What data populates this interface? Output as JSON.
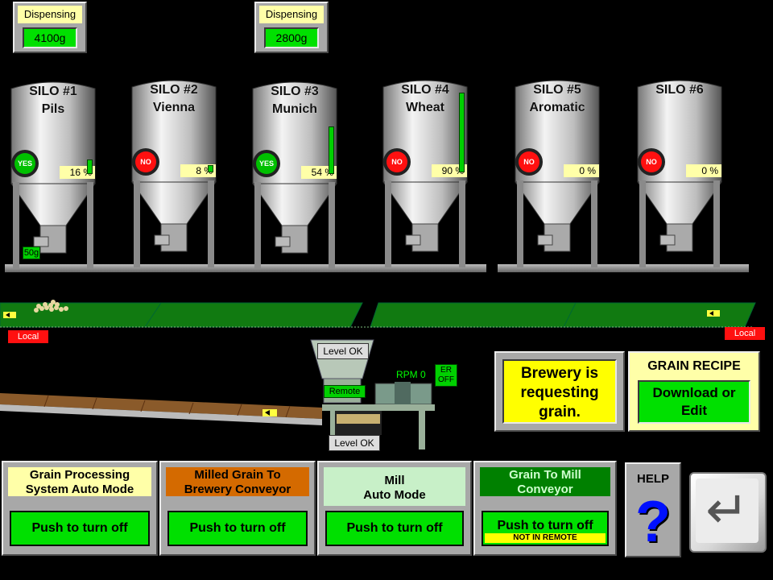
{
  "dispensers": [
    {
      "label": "Dispensing",
      "value": "4100g"
    },
    {
      "label": "Dispensing",
      "value": "2800g"
    }
  ],
  "silos": [
    {
      "name": "SILO #1",
      "grain": "Pils",
      "status": "YES",
      "percent": "16 %",
      "level": 16
    },
    {
      "name": "SILO #2",
      "grain": "Vienna",
      "status": "NO",
      "percent": "8 %",
      "level": 8
    },
    {
      "name": "SILO #3",
      "grain": "Munich",
      "status": "YES",
      "percent": "54 %",
      "level": 54
    },
    {
      "name": "SILO #4",
      "grain": "Wheat",
      "status": "NO",
      "percent": "90 %",
      "level": 90
    },
    {
      "name": "SILO #5",
      "grain": "Aromatic",
      "status": "NO",
      "percent": "0 %",
      "level": 0
    },
    {
      "name": "SILO #6",
      "grain": "",
      "status": "NO",
      "percent": "0 %",
      "level": 0
    }
  ],
  "scale_tag": "50g",
  "conveyor": {
    "local_left": "Local",
    "local_right": "Local"
  },
  "mill": {
    "level_top": "Level OK",
    "remote": "Remote",
    "rpm": "RPM 0",
    "er_off_1": "ER",
    "er_off_2": "OFF",
    "level_bottom": "Level OK"
  },
  "brewery_request": {
    "line1": "Brewery is",
    "line2": "requesting",
    "line3": "grain."
  },
  "grain_recipe": {
    "title": "GRAIN RECIPE",
    "line1": "Download or",
    "line2": "Edit"
  },
  "panels": [
    {
      "title1": "Grain Processing",
      "title2": "System Auto Mode",
      "button": "Push to turn off",
      "color": "#ffffa8"
    },
    {
      "title1": "Milled Grain To",
      "title2": "Brewery Conveyor",
      "button": "Push to turn off",
      "color": "#d46a00"
    },
    {
      "title1": "Mill",
      "title2": "Auto Mode",
      "button": "Push to turn off",
      "color": "#c8f0c8"
    },
    {
      "title1": "Grain To Mill",
      "title2": "Conveyor",
      "button": "Push to turn off",
      "color": "#008000",
      "warning": "NOT IN REMOTE"
    }
  ],
  "help": {
    "label": "HELP",
    "symbol": "?"
  },
  "enter_key": {
    "symbol": "↵"
  }
}
